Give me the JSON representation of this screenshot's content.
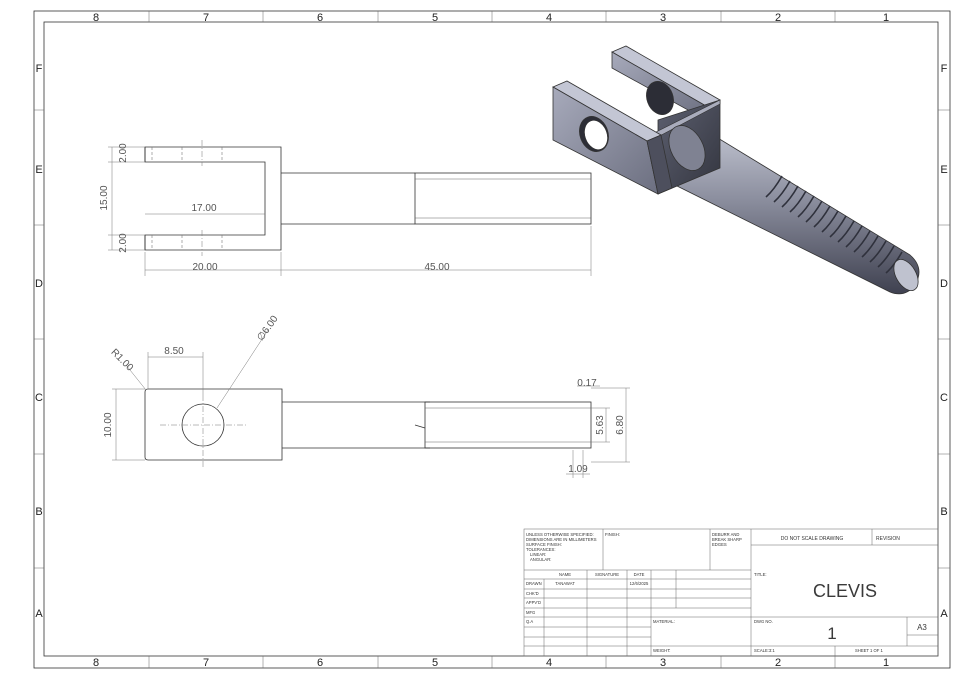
{
  "zones": {
    "columns": [
      "8",
      "7",
      "6",
      "5",
      "4",
      "3",
      "2",
      "1"
    ],
    "rows": [
      "F",
      "E",
      "D",
      "C",
      "B",
      "A"
    ]
  },
  "dimensions": {
    "top_view": {
      "d1": "2.00",
      "d2": "15.00",
      "d3": "17.00",
      "d4": "2.00",
      "d5": "20.00",
      "d6": "45.00"
    },
    "front_view": {
      "radius": "R1.00",
      "offset": "8.50",
      "hole_dia": "∅6.00",
      "height": "10.00",
      "d_017": "0.17",
      "d_563": "5.63",
      "d_680": "6.80",
      "d_109": "1.09"
    }
  },
  "title_block": {
    "general_notes": [
      "UNLESS OTHERWISE SPECIFIED:",
      "DIMENSIONS ARE IN MILLIMETERS",
      "SURFACE FINISH:",
      "TOLERANCES:",
      "LINEAR:",
      "ANGULAR:"
    ],
    "finish_label": "FINISH:",
    "deburr_note": [
      "DEBURR AND",
      "BREAK SHARP",
      "EDGES"
    ],
    "do_not_scale": "DO NOT SCALE DRAWING",
    "revision_label": "REVISION",
    "name_header": "NAME",
    "signature_header": "SIGNATURE",
    "date_header": "DATE",
    "rows": [
      "DRAWN",
      "CHK'D",
      "APPV'D",
      "MFG",
      "Q.A"
    ],
    "drawn_name": "TANAWAT",
    "drawn_date": "12/6/2025",
    "title_label": "TITLE:",
    "title": "CLEVIS",
    "material_label": "MATERIAL:",
    "dwg_no_label": "DWG NO.",
    "dwg_no": "1",
    "size": "A3",
    "weight_label": "WEIGHT:",
    "scale": "SCALE:3:1",
    "sheet": "SHEET 1 OF 1"
  }
}
